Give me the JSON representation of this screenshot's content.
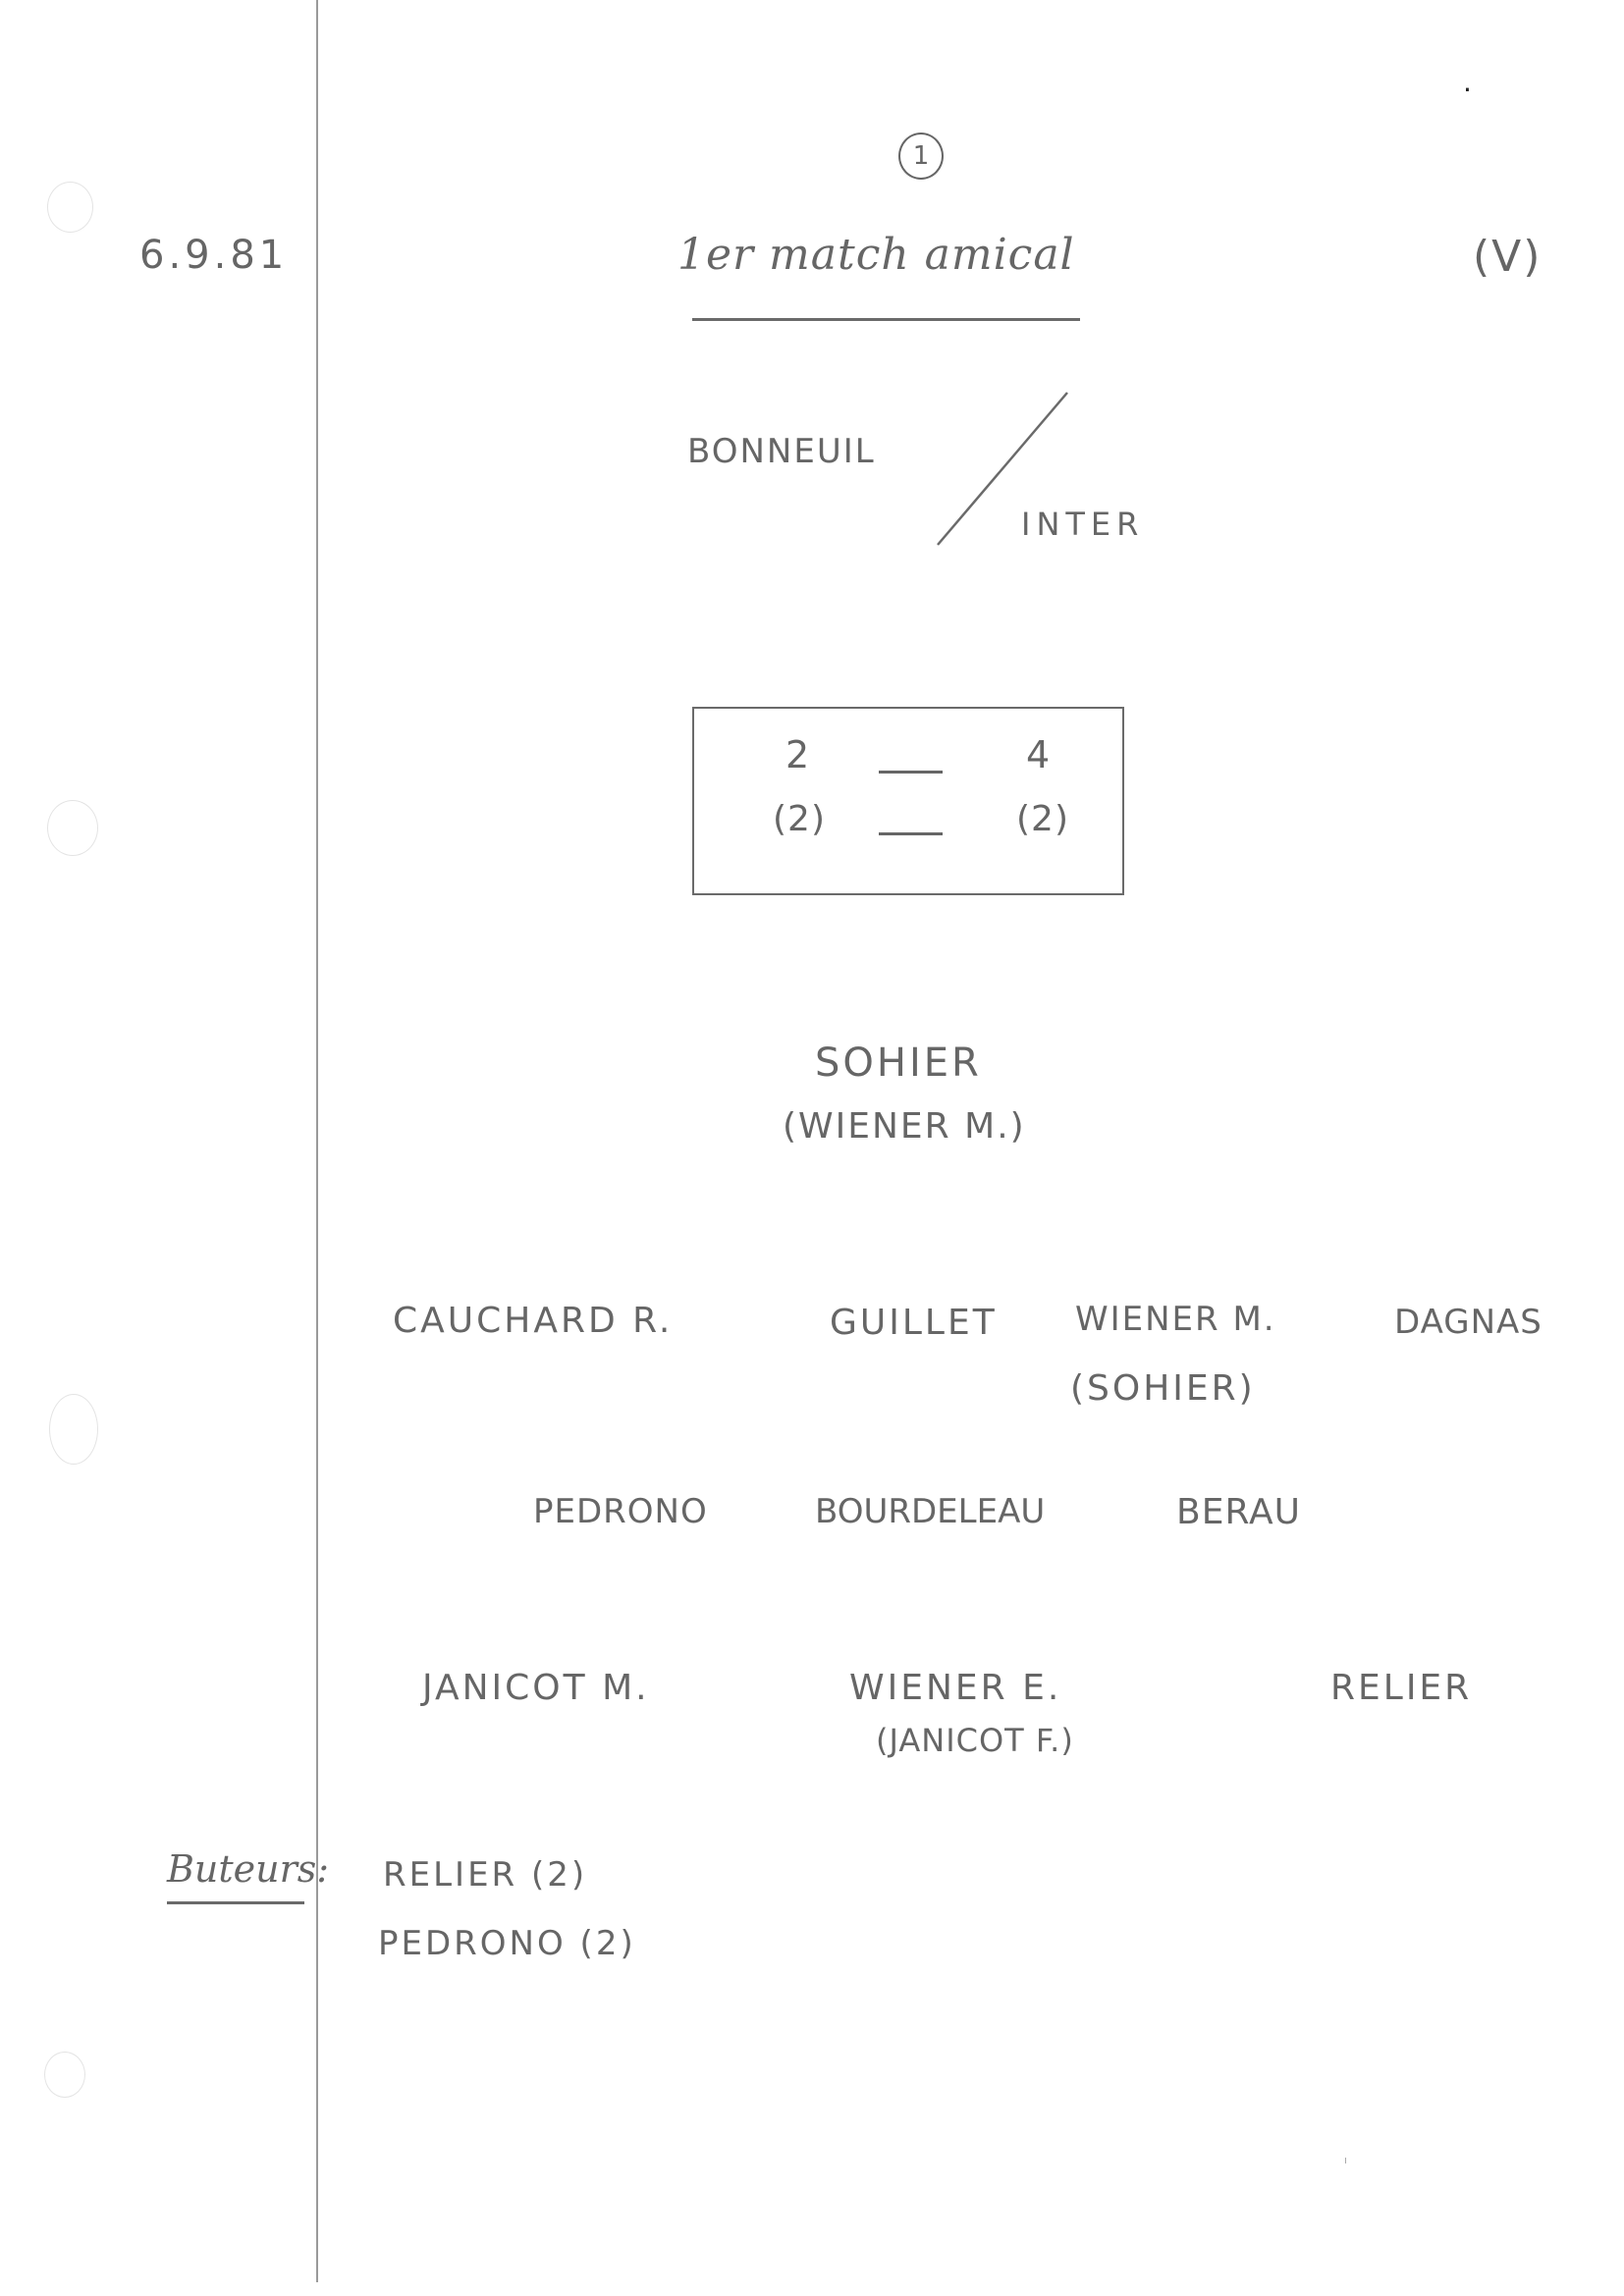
{
  "page": {
    "page_number": "1",
    "corner_mark": "."
  },
  "header": {
    "date": "6.9.81",
    "title": "1er match amical",
    "venue_mark": "(V)"
  },
  "matchup": {
    "home_team": "BONNEUIL",
    "separator": "/",
    "away_team": "INTER"
  },
  "score": {
    "final_home": "2",
    "final_away": "4",
    "halftime_home": "(2)",
    "halftime_away": "(2)",
    "dash": "—"
  },
  "lineup": {
    "goalkeeper": {
      "name": "SOHIER",
      "sub": "(WIENER M.)"
    },
    "defenders": [
      {
        "name": "CAUCHARD R.",
        "sub": ""
      },
      {
        "name": "GUILLET",
        "sub": ""
      },
      {
        "name": "WIENER M.",
        "sub": "(SOHIER)"
      },
      {
        "name": "DAGNAS",
        "sub": ""
      }
    ],
    "midfielders": [
      {
        "name": "PEDRONO"
      },
      {
        "name": "BOURDELEAU"
      },
      {
        "name": "BERAU"
      }
    ],
    "forwards": [
      {
        "name": "JANICOT M.",
        "sub": ""
      },
      {
        "name": "WIENER E.",
        "sub": "(JANICOT F.)"
      },
      {
        "name": "RELIER",
        "sub": ""
      }
    ]
  },
  "scorers": {
    "label": "Buteurs:",
    "items": [
      "RELIER (2)",
      "PEDRONO (2)"
    ]
  }
}
